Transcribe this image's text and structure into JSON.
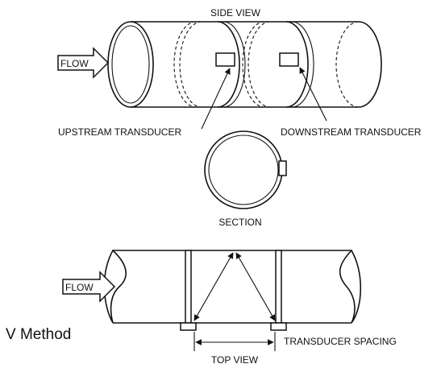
{
  "labels": {
    "side_view": "SIDE VIEW",
    "flow_top": "FLOW",
    "upstream": "UPSTREAM TRANSDUCER",
    "downstream": "DOWNSTREAM TRANSDUCER",
    "section": "SECTION",
    "flow_bottom": "FLOW",
    "method": "V Method",
    "spacing": "TRANSDUCER SPACING",
    "top_view": "TOP VIEW"
  }
}
